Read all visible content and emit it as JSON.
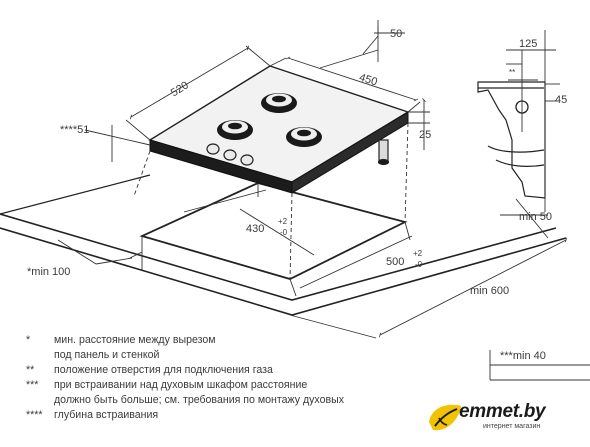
{
  "dimensions": {
    "d50_top": "50",
    "d520": "520",
    "d450": "450",
    "d51": "****51",
    "d25": "25",
    "d430": "430",
    "d430_tol_plus": "+2",
    "d430_tol_minus": "-0",
    "d500": "500",
    "d500_tol_plus": "+2",
    "d500_tol_minus": "-0",
    "d125": "125",
    "d45": "45",
    "gas_marker": "**",
    "min50": "min 50",
    "min600": "min 600",
    "min100": "*min 100",
    "min40": "***min 40"
  },
  "notes": [
    {
      "mark": "*",
      "lines": [
        "мин. расстояние между вырезом",
        "под панель и стенкой"
      ]
    },
    {
      "mark": "**",
      "lines": [
        "положение отверстия для подключения газа"
      ]
    },
    {
      "mark": "***",
      "lines": [
        "при встраивании над духовым шкафом расстояние",
        "должно быть больше; см. требования по монтажу духовых"
      ]
    },
    {
      "mark": "****",
      "lines": [
        "глубина встраивания"
      ]
    }
  ],
  "logo": {
    "name": "emmet.by",
    "tagline": "интернет магазин",
    "colors": {
      "accent": "#f2c300",
      "dark": "#1b1b1b"
    }
  }
}
